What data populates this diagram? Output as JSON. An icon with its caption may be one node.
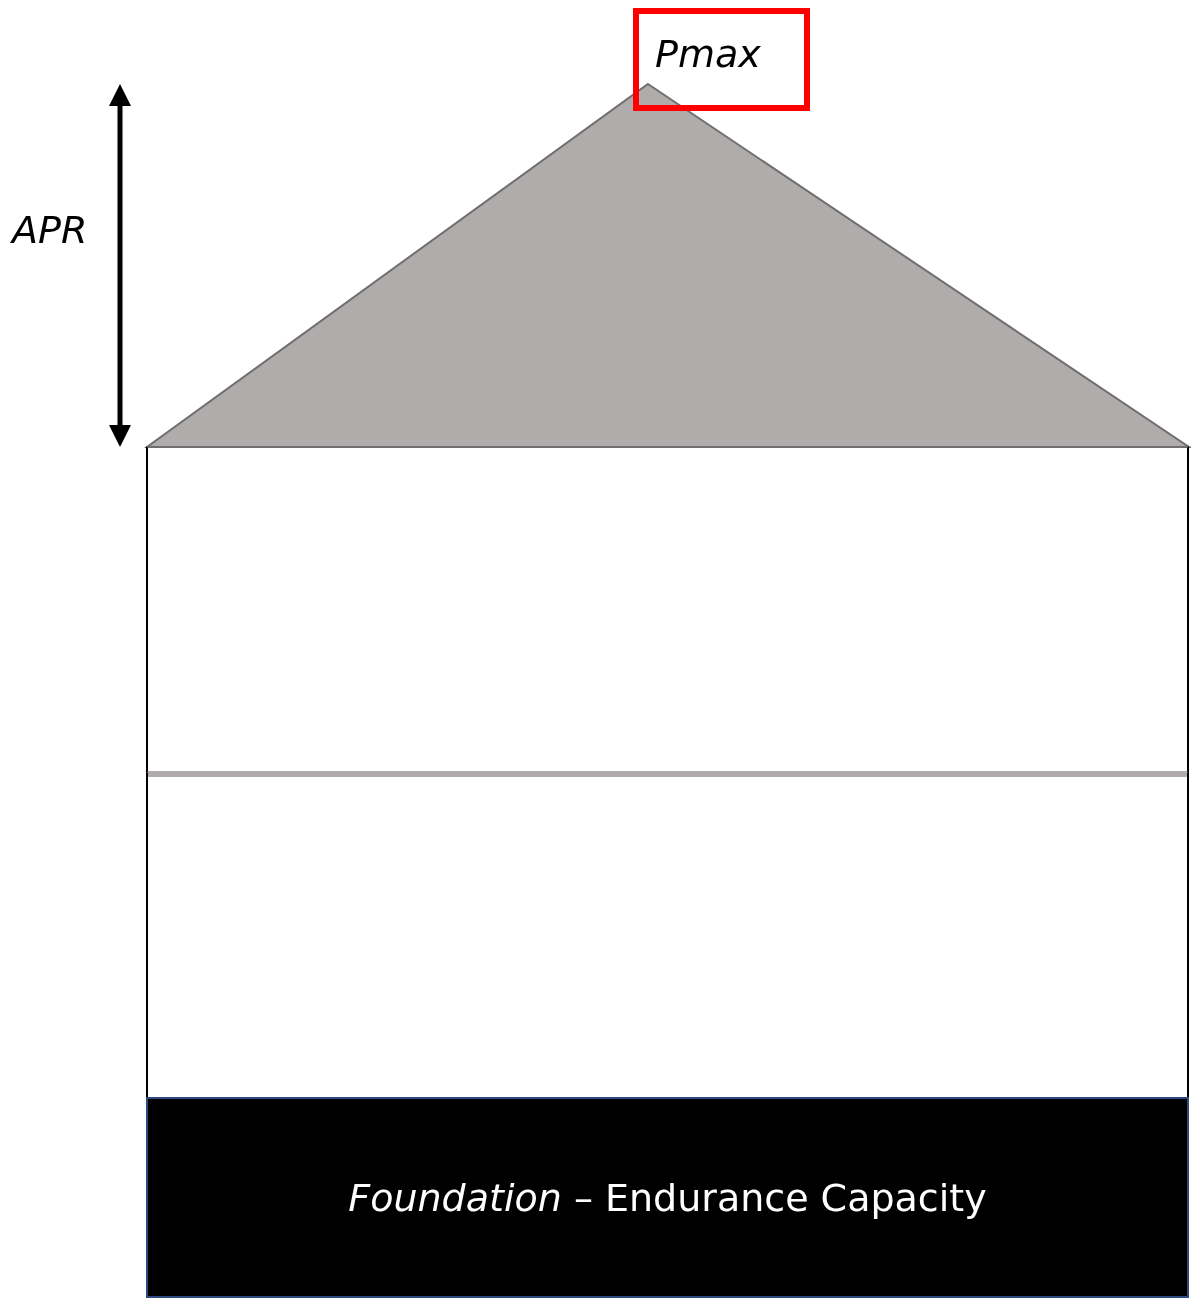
{
  "diagram": {
    "nodes": [
      {
        "text": [
          "Pmax"
        ]
      },
      {
        "text": [],
        "shape": "triangle"
      },
      {
        "text": [],
        "shape": "box"
      },
      {
        "text": [],
        "shape": "box"
      },
      {
        "text": [
          "*Foundation* – Endurance Capacity"
        ]
      }
    ],
    "labels": [
      "APR"
    ]
  }
}
